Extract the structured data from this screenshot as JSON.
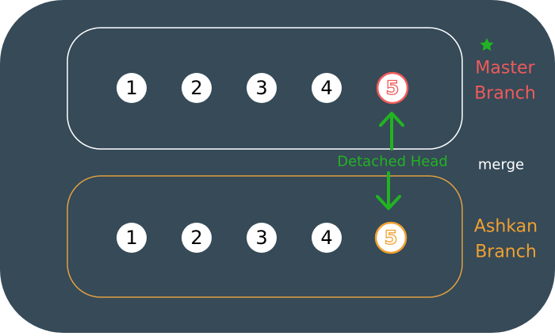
{
  "master": {
    "commits": [
      "1",
      "2",
      "3",
      "4",
      "5"
    ],
    "label_line1": "Master",
    "label_line2": "Branch"
  },
  "ashkan": {
    "commits": [
      "1",
      "2",
      "3",
      "4",
      "5"
    ],
    "label_line1": "Ashkan",
    "label_line2": "Branch"
  },
  "detached_head_label": "Detached Head",
  "merge_label": "merge",
  "colors": {
    "background": "#364a58",
    "master": "#f05a5a",
    "ashkan": "#f0a030",
    "detached": "#22b322",
    "master_box": "#ffffff",
    "ashkan_box": "#e0a040",
    "commit_fill": "#ffffff",
    "commit_text": "#000000"
  },
  "icons": [
    "star-icon",
    "up-arrow-icon",
    "down-arrow-icon"
  ]
}
